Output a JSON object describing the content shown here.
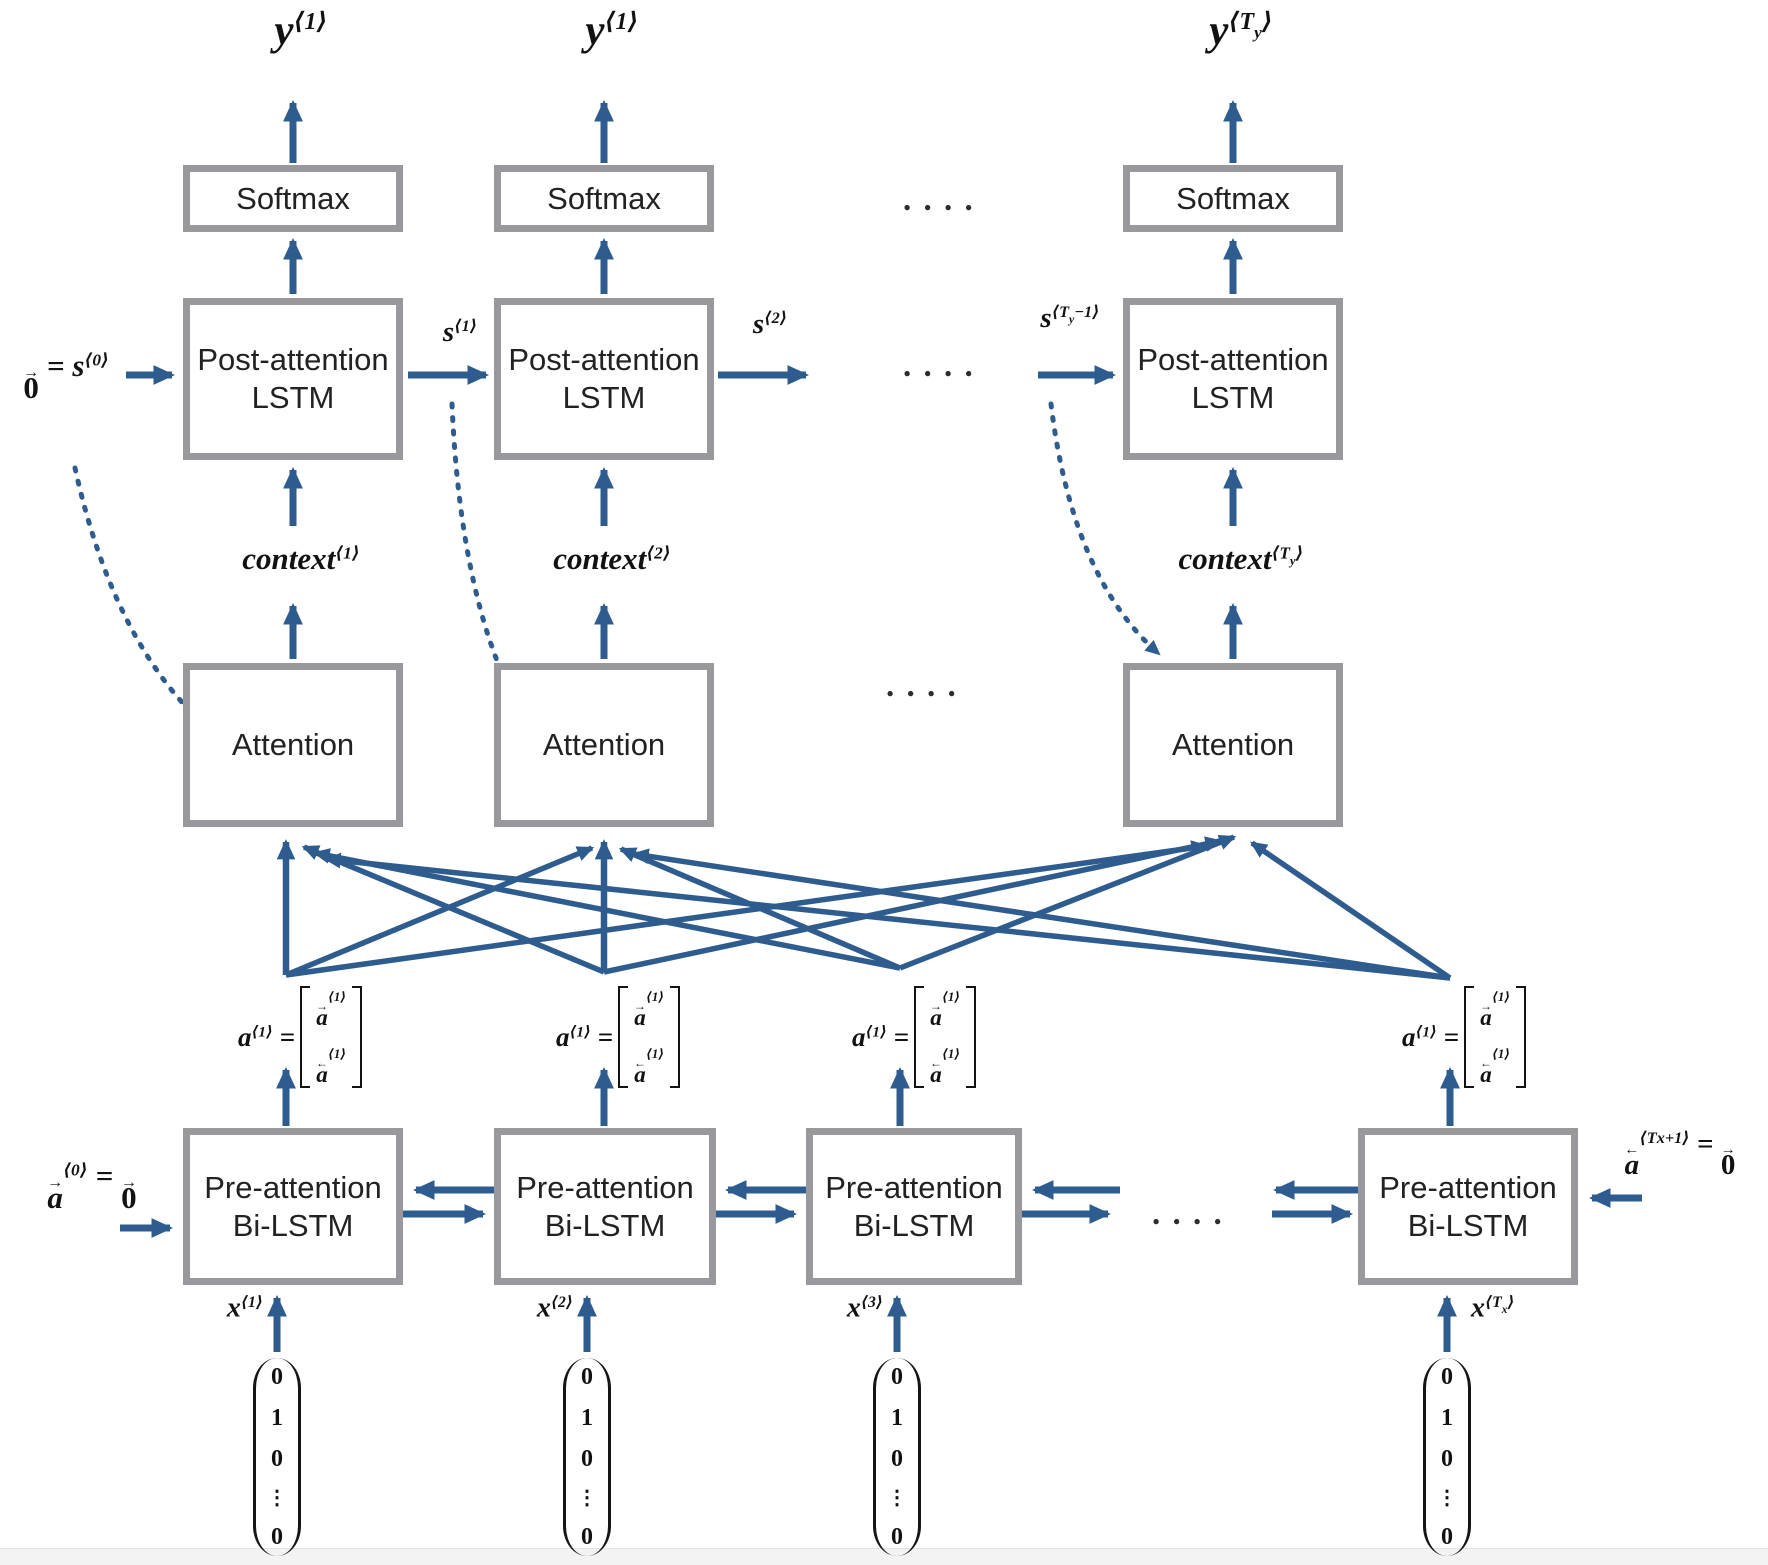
{
  "colors": {
    "arrow_blue": "#2E5C8F",
    "box_border": "#98989D",
    "box_text": "#222222",
    "math_text": "#121212"
  },
  "dots": ". . . .",
  "box_labels": {
    "softmax": "Softmax",
    "post_attention": [
      "Post-attention",
      "LSTM"
    ],
    "attention": "Attention",
    "pre_attention": [
      "Pre-attention",
      "Bi-LSTM"
    ]
  },
  "top_columns": [
    {
      "y": [
        {
          "t": "y",
          "k": "b"
        },
        {
          "t": "⟨1⟩",
          "k": "s"
        }
      ],
      "context": [
        {
          "t": "context",
          "k": "b"
        },
        {
          "t": "⟨1⟩",
          "k": "s"
        }
      ]
    },
    {
      "y": [
        {
          "t": "y",
          "k": "b"
        },
        {
          "t": "⟨1⟩",
          "k": "s"
        }
      ],
      "context": [
        {
          "t": "context",
          "k": "b"
        },
        {
          "t": "⟨2⟩",
          "k": "s"
        }
      ]
    },
    {
      "y": [
        {
          "t": "y",
          "k": "b"
        },
        {
          "t": "⟨T",
          "k": "s"
        },
        {
          "t": "y",
          "k": "d"
        },
        {
          "t": "⟩",
          "k": "s"
        }
      ],
      "context": [
        {
          "t": "context",
          "k": "b"
        },
        {
          "t": "⟨T",
          "k": "s"
        },
        {
          "t": "y",
          "k": "d"
        },
        {
          "t": "⟩",
          "k": "s"
        }
      ]
    }
  ],
  "s_labels": {
    "s0": [
      {
        "t": "0",
        "k": "v",
        "a": "→",
        "up": true
      },
      {
        "t": " = ",
        "k": "b"
      },
      {
        "t": "s",
        "k": "b"
      },
      {
        "t": "⟨0⟩",
        "k": "s"
      }
    ],
    "s1": [
      {
        "t": "s",
        "k": "b"
      },
      {
        "t": "⟨1⟩",
        "k": "s"
      }
    ],
    "s2": [
      {
        "t": "s",
        "k": "b"
      },
      {
        "t": "⟨2⟩",
        "k": "s"
      }
    ],
    "s_ty_minus_1": [
      {
        "t": "s",
        "k": "b"
      },
      {
        "t": "⟨T",
        "k": "s"
      },
      {
        "t": "y",
        "k": "d"
      },
      {
        "t": "−1⟩",
        "k": "s"
      }
    ]
  },
  "a_eq": {
    "lhs": [
      {
        "t": "a",
        "k": "b"
      },
      {
        "t": "⟨1⟩",
        "k": "s"
      },
      {
        "t": " =",
        "k": "b"
      }
    ],
    "top_row": [
      {
        "t": "a",
        "k": "v",
        "a": "→"
      },
      {
        "t": "⟨1⟩",
        "k": "s"
      }
    ],
    "bottom_row": [
      {
        "t": "a",
        "k": "v",
        "a": "←"
      },
      {
        "t": "⟨1⟩",
        "k": "s"
      }
    ]
  },
  "init_left": [
    {
      "t": "a",
      "k": "v",
      "a": "→"
    },
    {
      "t": "⟨0⟩",
      "k": "s"
    },
    {
      "t": " = ",
      "k": "b"
    },
    {
      "t": "0",
      "k": "v",
      "a": "→",
      "up": true
    }
  ],
  "init_right": [
    {
      "t": "a",
      "k": "v",
      "a": "←"
    },
    {
      "t": "⟨Tx+1⟩",
      "k": "s"
    },
    {
      "t": " = ",
      "k": "b"
    },
    {
      "t": "0",
      "k": "v",
      "a": "→",
      "up": true
    }
  ],
  "bottom_columns": [
    {
      "x": [
        {
          "t": "x",
          "k": "b"
        },
        {
          "t": "⟨1⟩",
          "k": "s"
        }
      ],
      "vec": [
        "0",
        "1",
        "0",
        "⋮",
        "0"
      ]
    },
    {
      "x": [
        {
          "t": "x",
          "k": "b"
        },
        {
          "t": "⟨2⟩",
          "k": "s"
        }
      ],
      "vec": [
        "0",
        "1",
        "0",
        "⋮",
        "0"
      ]
    },
    {
      "x": [
        {
          "t": "x",
          "k": "b"
        },
        {
          "t": "⟨3⟩",
          "k": "s"
        }
      ],
      "vec": [
        "0",
        "1",
        "0",
        "⋮",
        "0"
      ]
    },
    {
      "x": [
        {
          "t": "x",
          "k": "b"
        },
        {
          "t": "⟨T",
          "k": "s"
        },
        {
          "t": "x",
          "k": "d"
        },
        {
          "t": "⟩",
          "k": "s"
        }
      ],
      "vec": [
        "0",
        "1",
        "0",
        "⋮",
        "0"
      ]
    }
  ]
}
